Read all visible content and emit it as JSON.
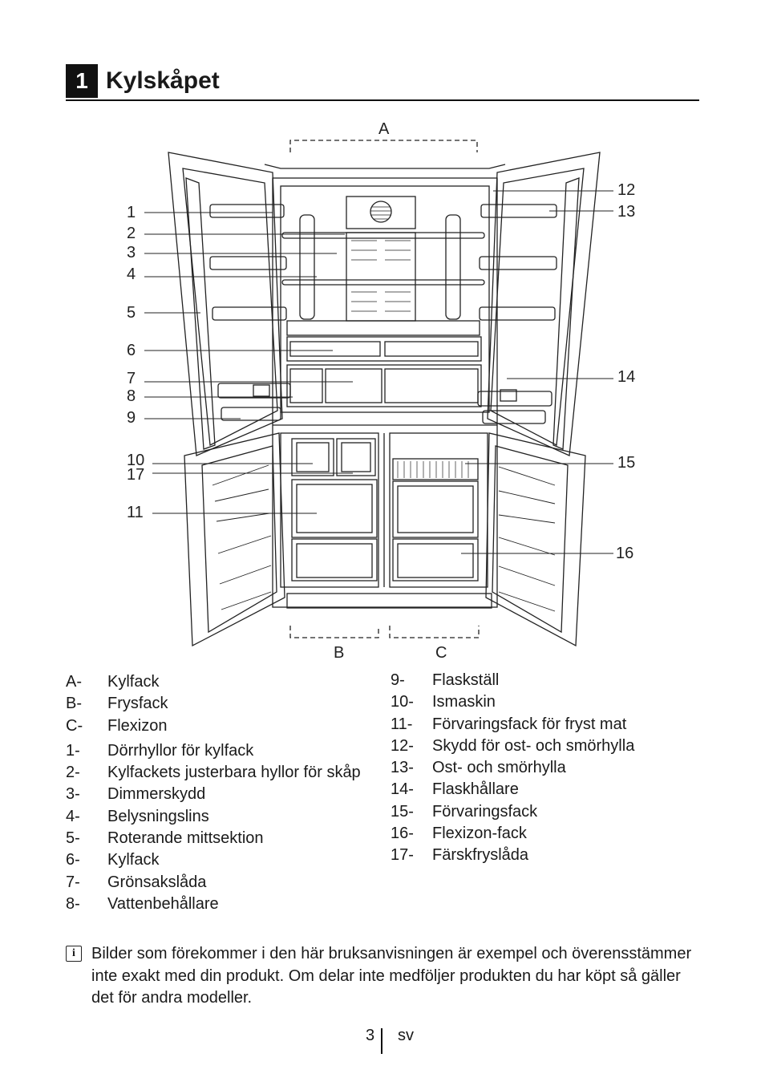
{
  "header": {
    "section_number": "1",
    "title": "Kylskåpet"
  },
  "diagram": {
    "letters": {
      "A": "A",
      "B": "B",
      "C": "C"
    },
    "callouts": [
      "1",
      "2",
      "3",
      "4",
      "5",
      "6",
      "7",
      "8",
      "9",
      "10",
      "17",
      "11",
      "12",
      "13",
      "14",
      "15",
      "16"
    ]
  },
  "legend_left": [
    {
      "code": "A-",
      "text": "Kylfack"
    },
    {
      "code": "B-",
      "text": "Frysfack"
    },
    {
      "code": "C-",
      "text": "Flexizon"
    },
    {
      "code": "1-",
      "text": "Dörrhyllor för kylfack"
    },
    {
      "code": "2-",
      "text": "Kylfackets justerbara hyllor för skåp"
    },
    {
      "code": "3-",
      "text": "Dimmerskydd"
    },
    {
      "code": "4-",
      "text": "Belysningslins"
    },
    {
      "code": "5-",
      "text": "Roterande mittsektion"
    },
    {
      "code": "6-",
      "text": "Kylfack"
    },
    {
      "code": "7-",
      "text": "Grönsakslåda"
    },
    {
      "code": "8-",
      "text": "Vattenbehållare"
    }
  ],
  "legend_right": [
    {
      "code": "9-",
      "text": "Flaskställ"
    },
    {
      "code": "10-",
      "text": "Ismaskin"
    },
    {
      "code": "11-",
      "text": "Förvaringsfack för fryst mat"
    },
    {
      "code": "12-",
      "text": "Skydd för ost- och smörhylla"
    },
    {
      "code": "13-",
      "text": "Ost- och smörhylla"
    },
    {
      "code": "14-",
      "text": "Flaskhållare"
    },
    {
      "code": "15-",
      "text": "Förvaringsfack"
    },
    {
      "code": "16-",
      "text": "Flexizon-fack"
    },
    {
      "code": "17-",
      "text": "Färskfryslåda"
    }
  ],
  "note": {
    "icon": "info-icon",
    "text": "Bilder som förekommer i den här bruksanvisningen är exempel och överensstämmer inte exakt med din produkt. Om delar inte medföljer produkten du har köpt så gäller det för andra modeller."
  },
  "footer": {
    "page": "3",
    "lang": "sv"
  }
}
